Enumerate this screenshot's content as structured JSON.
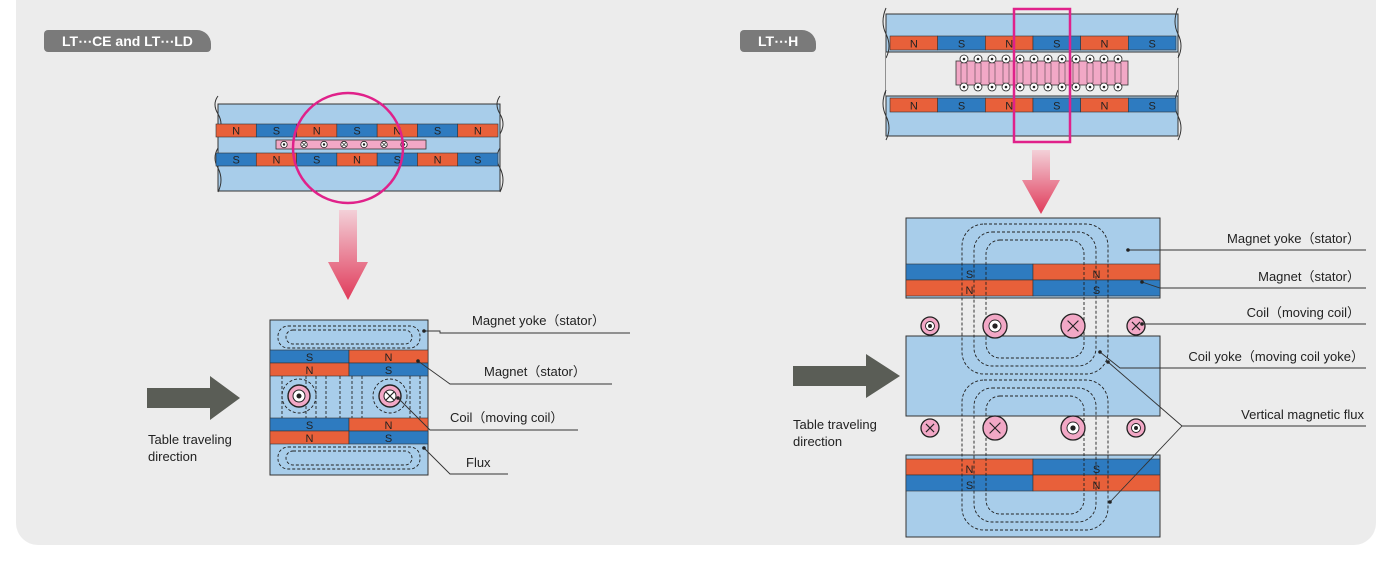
{
  "left": {
    "tag": "LT⋯CE and LT⋯LD",
    "labels": {
      "yoke": "Magnet yoke（stator）",
      "magnet": "Magnet（stator）",
      "coil": "Coil（moving coil）",
      "flux": "Flux"
    },
    "direction": [
      "Table traveling",
      "direction"
    ],
    "top_strip_poles": [
      "N",
      "S",
      "N",
      "S",
      "N",
      "S",
      "N"
    ],
    "bottom_strip_poles": [
      "S",
      "N",
      "S",
      "N",
      "S",
      "N",
      "S"
    ],
    "magnet_upper_row1": [
      "S",
      "N"
    ],
    "magnet_upper_row2": [
      "N",
      "S"
    ],
    "magnet_lower_row1": [
      "S",
      "N"
    ],
    "magnet_lower_row2": [
      "N",
      "S"
    ]
  },
  "right": {
    "tag": "LT⋯H",
    "labels": {
      "yoke": "Magnet yoke（stator）",
      "magnet": "Magnet（stator）",
      "coil": "Coil（moving coil）",
      "coil_yoke": "Coil yoke（moving coil yoke）",
      "vertical_flux": "Vertical magnetic flux"
    },
    "direction": [
      "Table traveling",
      "direction"
    ],
    "strip_poles": [
      "N",
      "S",
      "N",
      "S",
      "N",
      "S"
    ],
    "magnet_upper_row1": [
      "S",
      "N"
    ],
    "magnet_upper_row2": [
      "N",
      "S"
    ],
    "magnet_lower_row1": [
      "N",
      "S"
    ],
    "magnet_lower_row2": [
      "S",
      "N"
    ]
  },
  "colors": {
    "blue_fill": "#a8cdea",
    "magnet_blue": "#2e7bc0",
    "magnet_red": "#e8603a",
    "coil_pink": "#f2a8c6",
    "highlight_magenta": "#e0218a",
    "arrow_gray": "#5a5d56",
    "label_line": "#333333"
  }
}
